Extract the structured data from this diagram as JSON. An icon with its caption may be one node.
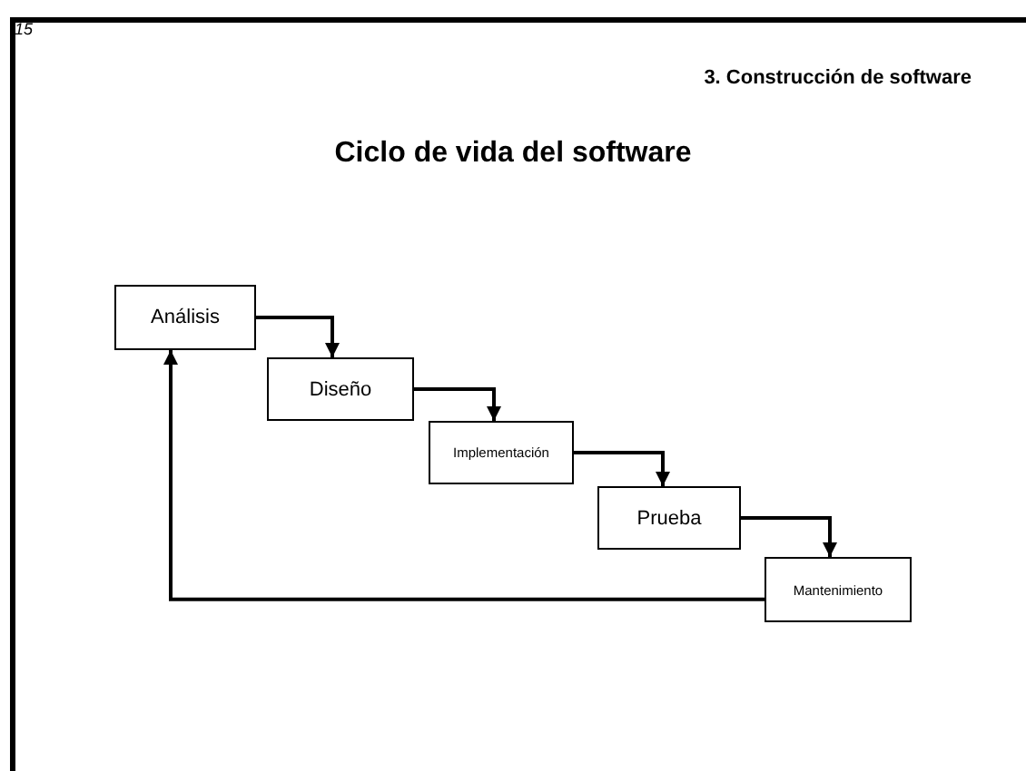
{
  "diagram": {
    "title": "Ciclo de vida del software",
    "nodes": [
      {
        "text": [
          "Análisis"
        ]
      },
      {
        "text": [
          "Diseño"
        ]
      },
      {
        "text": [
          "Implementación"
        ]
      },
      {
        "text": [
          "Prueba"
        ]
      },
      {
        "text": [
          "Mantenimiento"
        ]
      }
    ],
    "edges": [
      {
        "from": 0,
        "to": 1,
        "arrow": "to"
      },
      {
        "from": 1,
        "to": 2,
        "arrow": "to"
      },
      {
        "from": 2,
        "to": 3,
        "arrow": "to"
      },
      {
        "from": 3,
        "to": 4,
        "arrow": "to"
      },
      {
        "from": 4,
        "to": 0,
        "arrow": "to"
      }
    ],
    "labels": [
      "15",
      "3. Construcción de software"
    ]
  }
}
